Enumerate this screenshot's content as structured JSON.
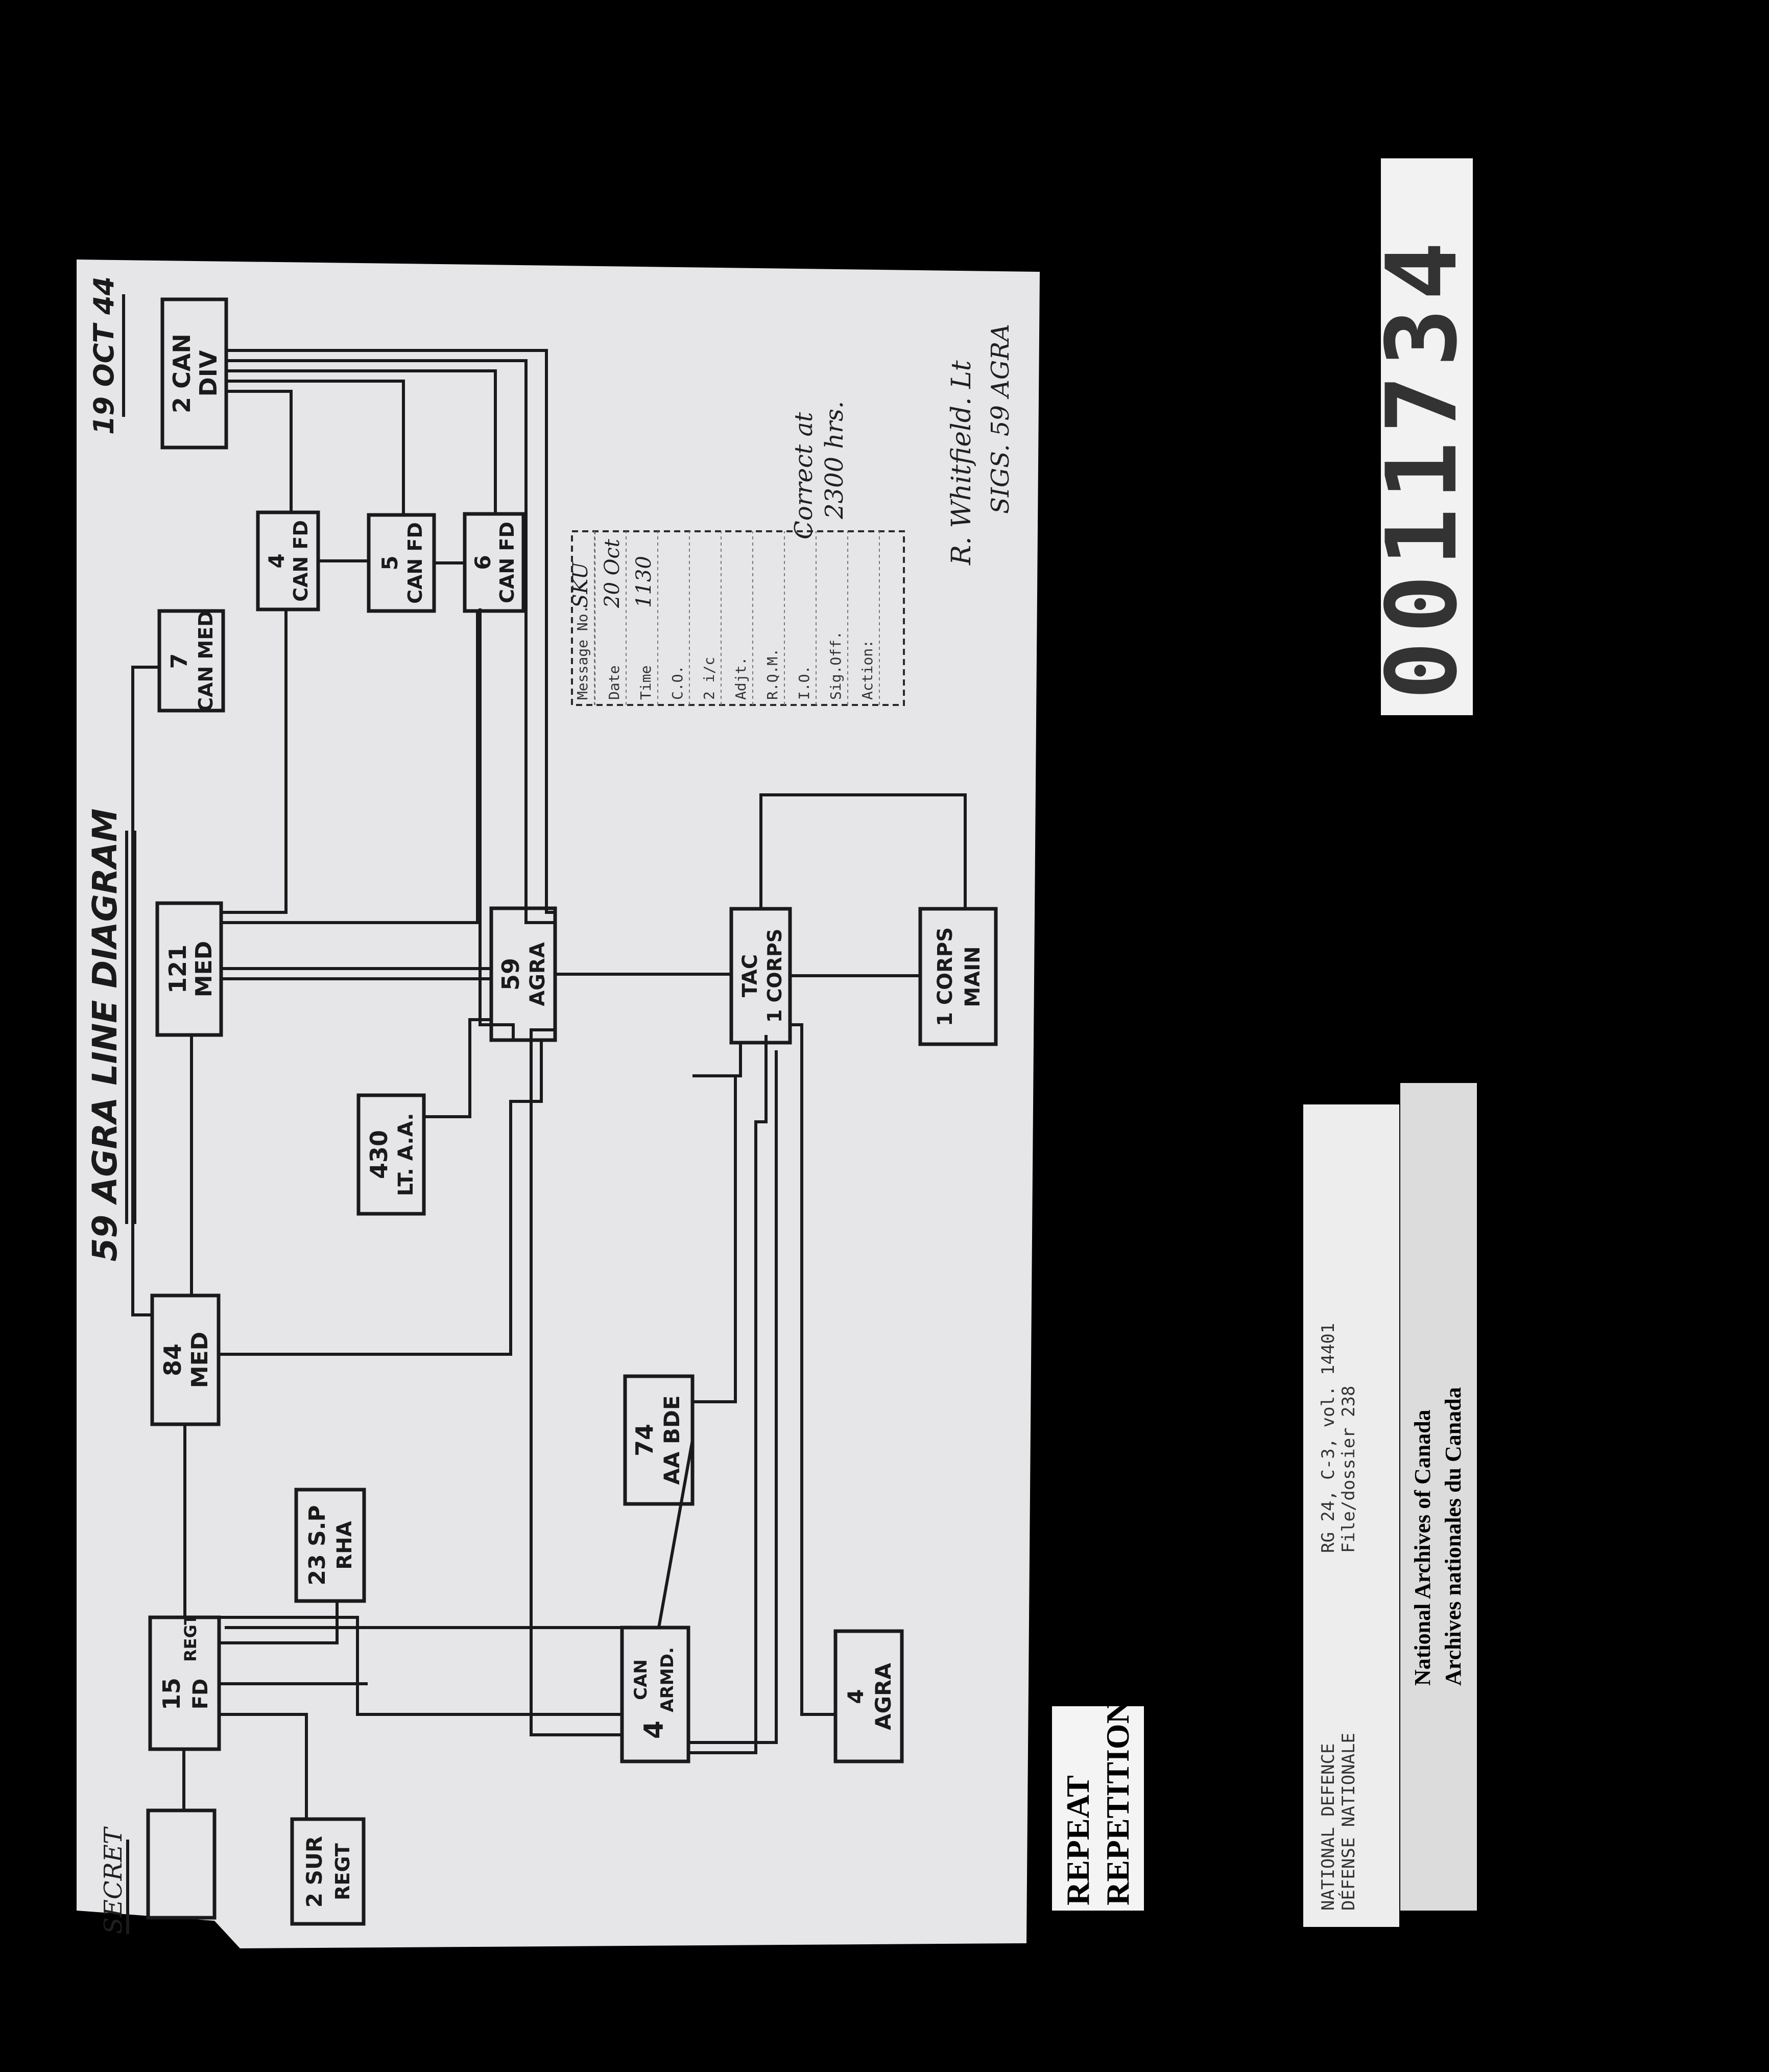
{
  "diagram": {
    "title": "59 AGRA LINE DIAGRAM",
    "classification": "SECRET",
    "date": "19 OCT 44",
    "units": {
      "u2_can_div": [
        "2 CAN",
        "DIV"
      ],
      "u4_can_fd": [
        "4",
        "CAN FD"
      ],
      "u5_can_fd": [
        "5",
        "CAN FD"
      ],
      "u6_can_fd": [
        "6",
        "CAN FD"
      ],
      "u7_can_med": [
        "7",
        "CAN MED"
      ],
      "u121_med": [
        "121",
        "MED"
      ],
      "u59_agra": [
        "59",
        "AGRA"
      ],
      "u430": [
        "430",
        "LT. A.A."
      ],
      "u84_med": [
        "84",
        "MED"
      ],
      "u15_fd_regt": [
        "15",
        "FD",
        "REGT"
      ],
      "u23_sp_rha": [
        "23 S.P",
        "RHA"
      ],
      "u2_sur_regt": [
        "2 SUR",
        "REGT"
      ],
      "u4_can_armd": [
        "4",
        "CAN",
        "ARMD."
      ],
      "u74_aa_bde": [
        "74",
        "AA BDE"
      ],
      "u4_agra": [
        "4",
        "AGRA"
      ],
      "tac_1_corps": [
        "TAC",
        "1 CORPS"
      ],
      "main_1_corps": [
        "1 CORPS",
        "MAIN"
      ]
    },
    "stamp": {
      "rows": [
        {
          "label": "Message No.",
          "value": "SKU"
        },
        {
          "label": "Date",
          "value": "20 Oct"
        },
        {
          "label": "Time",
          "value": "1130"
        },
        {
          "label": "C.O.",
          "value": ""
        },
        {
          "label": "2 i/c",
          "value": ""
        },
        {
          "label": "Adjt.",
          "value": ""
        },
        {
          "label": "R.Q.M.",
          "value": ""
        },
        {
          "label": "I.O.",
          "value": ""
        },
        {
          "label": "Sig.Off.",
          "value": ""
        },
        {
          "label": "Action:",
          "value": ""
        }
      ]
    },
    "notes": {
      "correct": [
        "Correct at",
        "2300 hrs."
      ],
      "signature": [
        "R. Whitfield. Lt",
        "SIGS. 59 AGRA"
      ]
    }
  },
  "frame": {
    "number": "0011734",
    "repeat": [
      "REPEAT",
      "REPETITION"
    ],
    "reference": [
      "NATIONAL DEFENCE",
      "DÉFENSE NATIONALE"
    ],
    "file": [
      "RG 24, C-3, vol. 14401",
      "File/dossier 238"
    ],
    "archives": [
      "National Archives of Canada",
      "Archives nationales du Canada"
    ]
  }
}
